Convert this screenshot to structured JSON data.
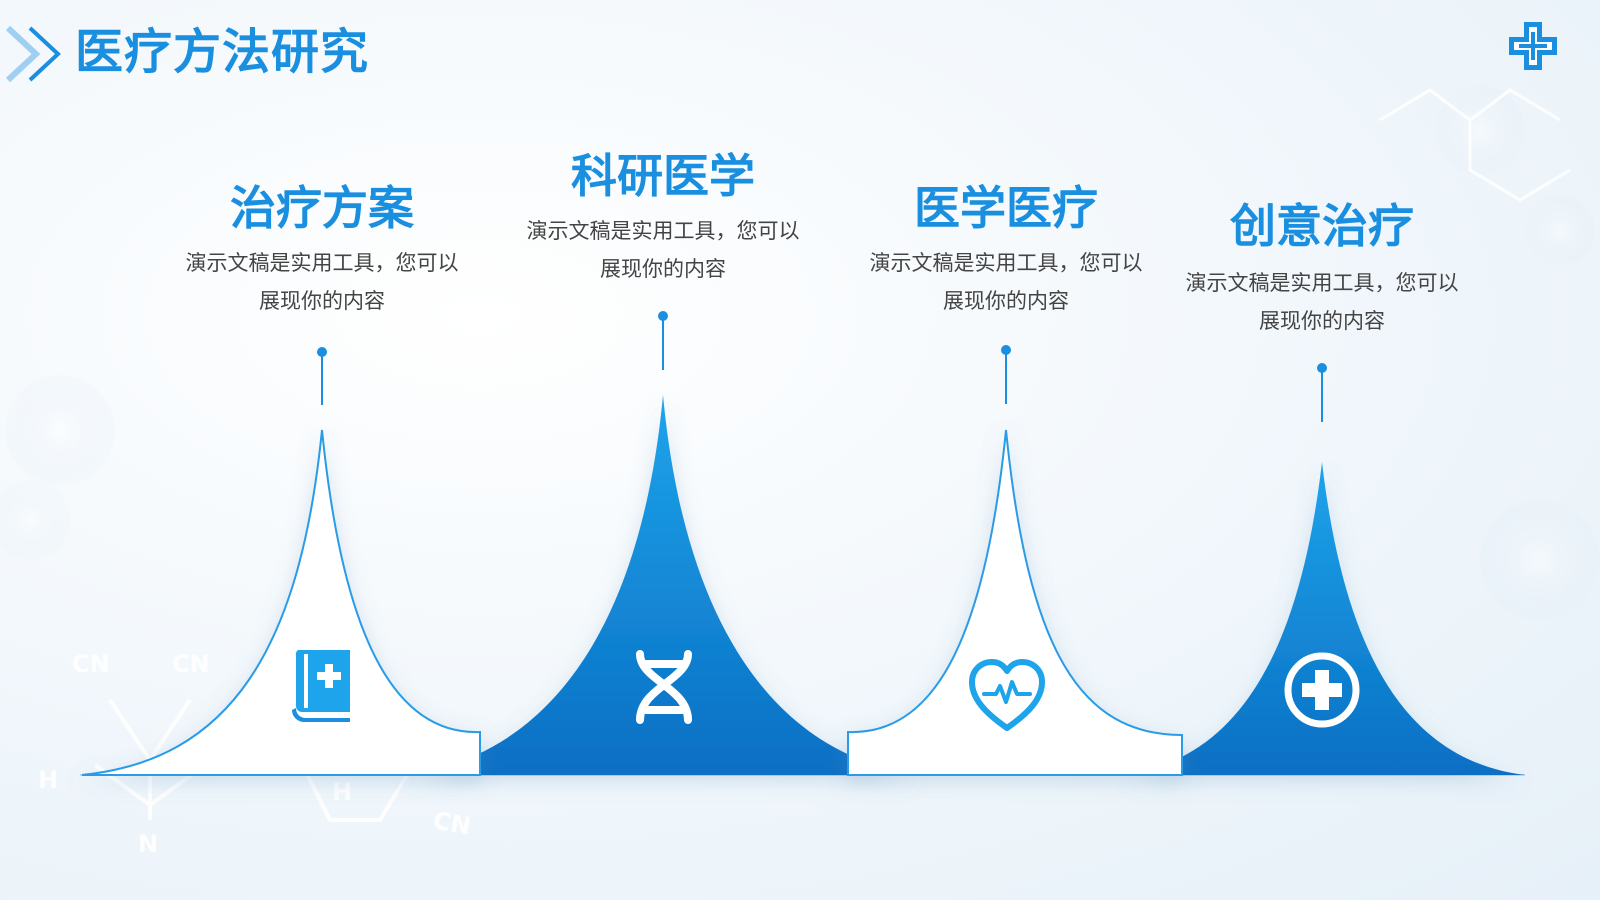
{
  "page": {
    "title": "医疗方法研究"
  },
  "colors": {
    "accent": "#1a8fe0",
    "peak_dark": "#0a6fc4",
    "peak_light": "#2aa4ec",
    "text": "#444444",
    "bg": "#f3f8fc"
  },
  "items": [
    {
      "title": "治疗方案",
      "description": "演示文稿是实用工具，您可以展现你的内容",
      "icon": "medical-book-icon",
      "style": "outline"
    },
    {
      "title": "科研医学",
      "description": "演示文稿是实用工具，您可以展现你的内容",
      "icon": "dna-icon",
      "style": "filled"
    },
    {
      "title": "医学医疗",
      "description": "演示文稿是实用工具，您可以展现你的内容",
      "icon": "heartbeat-icon",
      "style": "outline"
    },
    {
      "title": "创意治疗",
      "description": "演示文稿是实用工具，您可以展现你的内容",
      "icon": "medical-cross-icon",
      "style": "filled"
    }
  ],
  "decor": {
    "chem_labels": [
      "CN",
      "CN",
      "H",
      "N",
      "H",
      "CN"
    ]
  }
}
